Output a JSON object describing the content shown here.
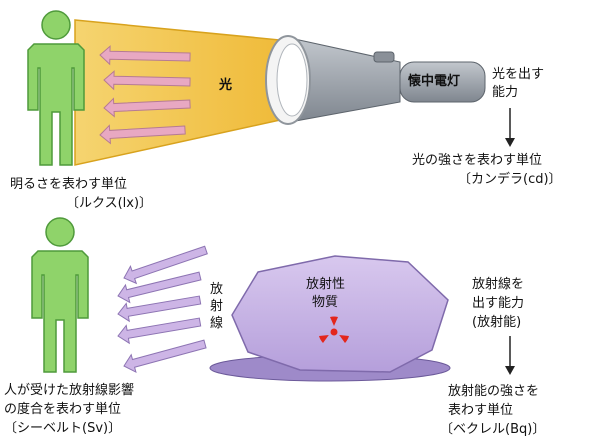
{
  "top": {
    "light_label": "光",
    "flashlight_label": "懐中電灯",
    "emit_label_line1": "光を出す",
    "emit_label_line2": "能力",
    "brightness_line1": "明るさを表わす単位",
    "brightness_line2": "〔ルクス(lx)〕",
    "intensity_line1": "光の強さを表わす単位",
    "intensity_line2": "〔カンデラ(cd)〕"
  },
  "bottom": {
    "radiation_label": [
      "放",
      "射",
      "線"
    ],
    "material_line1": "放射性",
    "material_line2": "物質",
    "emit_line1": "放射線を",
    "emit_line2": "出す能力",
    "emit_line3": "(放射能)",
    "person_line1": "人が受けた放射線影響",
    "person_line2": "の度合を表わす単位",
    "person_line3": "〔シーベルト(Sv)〕",
    "activity_line1": "放射能の強さを",
    "activity_line2": "表わす単位",
    "activity_line3": "〔ベクレル(Bq)〕"
  },
  "colors": {
    "person_fill": "#8fd36a",
    "person_stroke": "#4f9a3b",
    "beam_fill": "#f3c64a",
    "beam_stroke": "#d8a21d",
    "flashlight_body": "#9aa1aa",
    "flashlight_head": "#ececec",
    "light_arrow": "#e8a8c2",
    "radiation_arrow": "#cdb5e6",
    "rock_fill": "#c9b4e4",
    "rock_base": "#9e8ac9",
    "trefoil": "#e3261c"
  }
}
